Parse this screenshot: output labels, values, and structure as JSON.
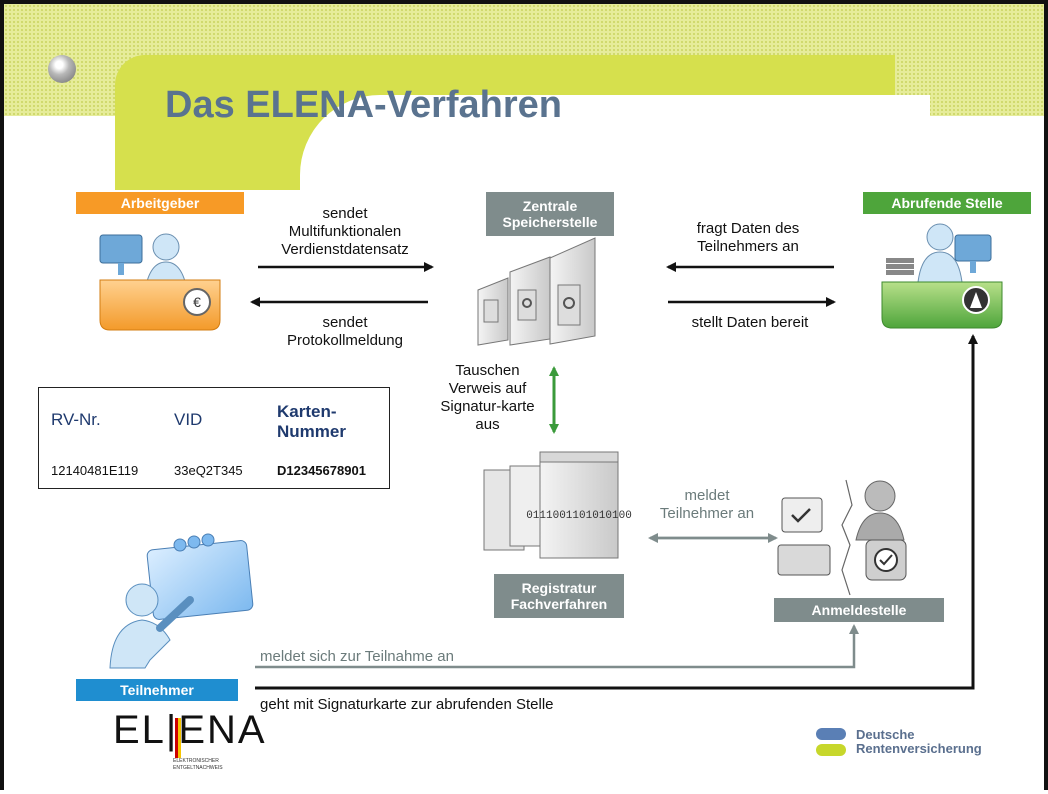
{
  "title": "Das ELENA-Verfahren",
  "nodes": {
    "employer": "Arbeitgeber",
    "central_storage": "Zentrale Speicherstelle",
    "retrieving_office": "Abrufende Stelle",
    "registry": "Registratur Fachverfahren",
    "registration_office": "Anmeldestelle",
    "participant": "Teilnehmer"
  },
  "edges": {
    "send_dataset": "sendet Multifunktionalen Verdienstdatensatz",
    "send_protocol": "sendet Protokollmeldung",
    "request_data": "fragt Daten des Teilnehmers an",
    "provide_data": "stellt Daten bereit",
    "exchange_ref": "Tauschen Verweis auf Signatur-karte aus",
    "register_participant": "meldet Teilnehmer an",
    "self_register": "meldet sich zur Teilnahme an",
    "go_with_card": "geht mit Signaturkarte zur abrufenden Stelle"
  },
  "reference_table": {
    "headers": [
      "RV-Nr.",
      "VID",
      "Karten-Nummer"
    ],
    "values": [
      "12140481E119",
      "33eQ2T345",
      "D12345678901"
    ]
  },
  "registry_binary": "0111001101010100",
  "logos": {
    "elena_main": "EL|ENA",
    "elena_sub": "ELEKTRONISCHER ENTGELTNACHWEIS",
    "drv_line1": "Deutsche",
    "drv_line2": "Rentenversicherung"
  },
  "colors": {
    "title": "#5a738f",
    "employer": "#f79a26",
    "retrieving": "#4ea53b",
    "gray_label": "#7f8c8c",
    "participant": "#1f8ed0",
    "green_arrow": "#3a9a3a"
  },
  "icons": [
    "employer-person-icon",
    "server-icon",
    "registry-files-icon",
    "registration-icon",
    "participant-card-icon",
    "euro-icon",
    "agency-a-icon"
  ]
}
